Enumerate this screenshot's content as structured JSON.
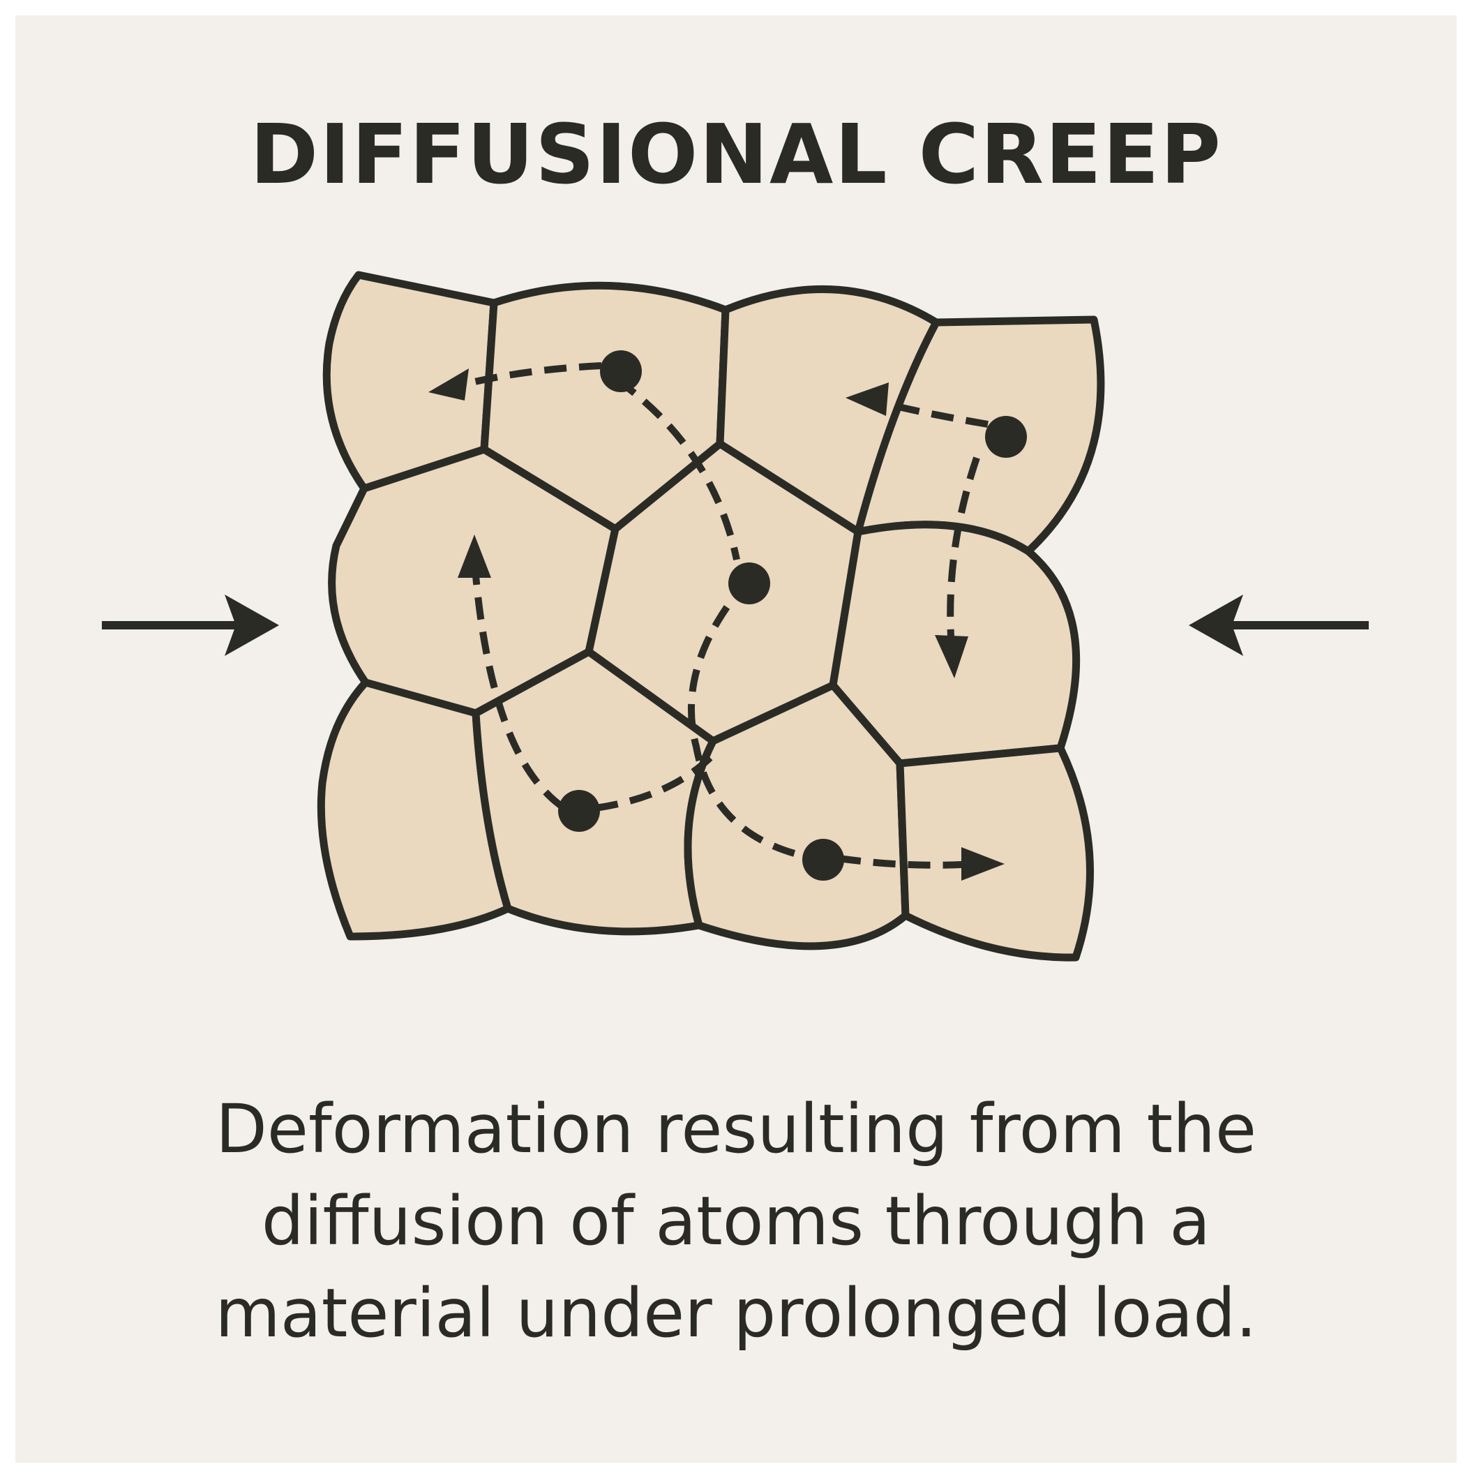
{
  "title": "DIFFUSIONAL CREEP",
  "caption": {
    "line1": "Deformation resulting from the",
    "line2": "diffusion of atoms through a",
    "line3": "material under prolonged load."
  },
  "colors": {
    "background": "#f3efea",
    "grain_fill": "#ead8bf",
    "ink": "#2b2b26"
  },
  "icons": {
    "left_load": "arrow-right-icon",
    "right_load": "arrow-left-icon"
  }
}
